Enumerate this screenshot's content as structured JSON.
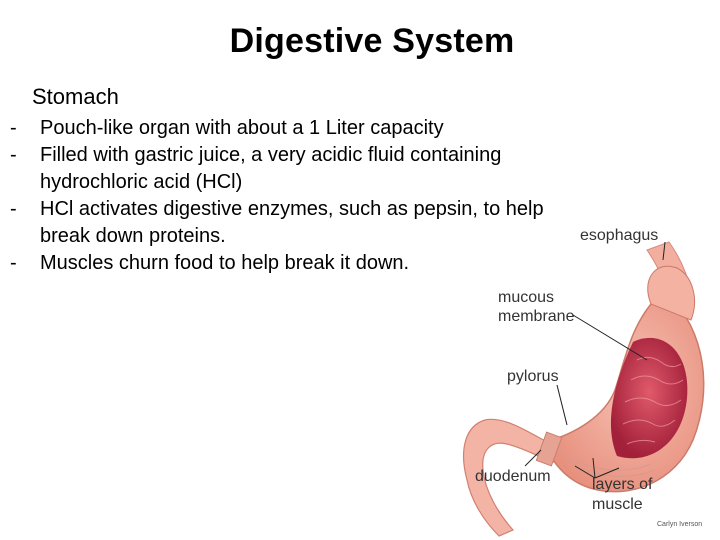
{
  "slide": {
    "title": "Digestive System",
    "subheading": "Stomach",
    "bullets": [
      "Pouch-like organ with about a 1 Liter capacity",
      "Filled with gastric juice, a very acidic fluid containing hydrochloric acid (HCl)",
      "HCl activates digestive enzymes, such as pepsin, to help break down proteins.",
      "Muscles churn food to help break it down."
    ],
    "bullet_marker": "-"
  },
  "figure": {
    "labels": {
      "esophagus": "esophagus",
      "mucous": "mucous",
      "membrane": "membrane",
      "pylorus": "pylorus",
      "duodenum": "duodenum",
      "layers": "layers of",
      "muscle": "muscle",
      "credit": "Carlyn Iverson"
    },
    "colors": {
      "stomach_outer": "#f0a898",
      "stomach_inner": "#c2374a",
      "duodenum": "#f3b4a6",
      "label_lines": "#222222"
    }
  }
}
